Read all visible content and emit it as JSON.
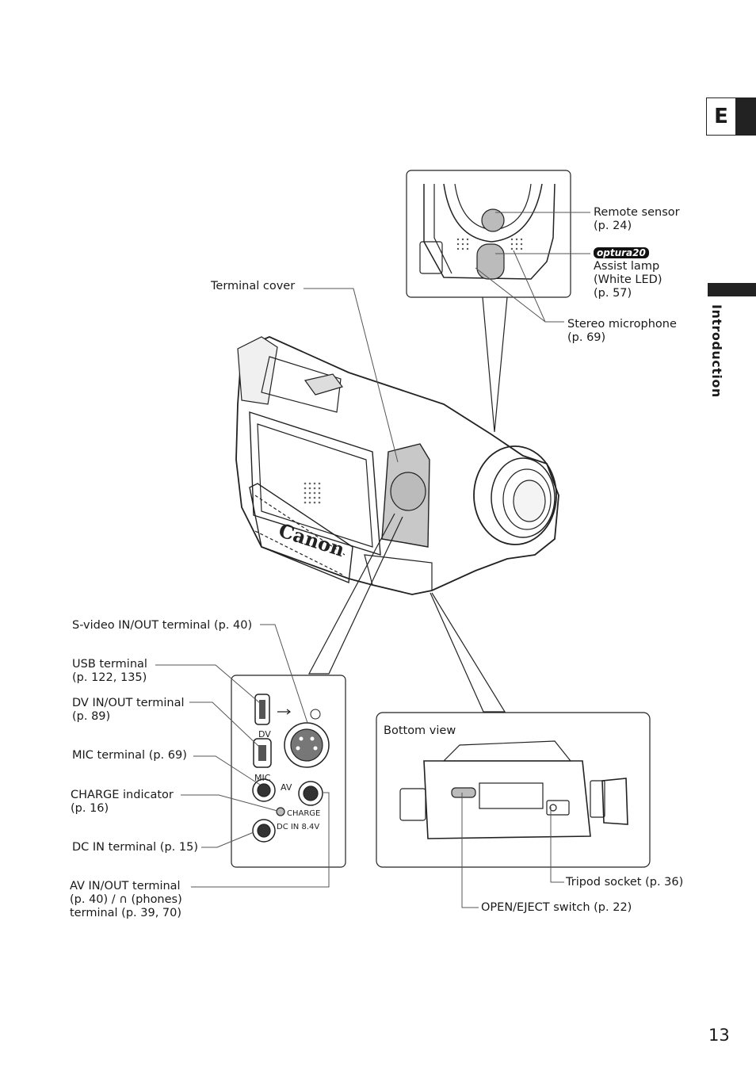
{
  "page": {
    "language_tab": "E",
    "section": "Introduction",
    "page_number": "13"
  },
  "labels": {
    "terminal_cover": "Terminal cover",
    "remote_sensor": [
      "Remote sensor",
      "(p. 24)"
    ],
    "optura_badge": "optura20",
    "assist_lamp": [
      "Assist lamp",
      "(White LED)",
      "(p. 57)"
    ],
    "stereo_mic": [
      "Stereo microphone",
      "(p. 69)"
    ],
    "svideo": "S-video IN/OUT terminal (p. 40)",
    "usb": [
      "USB terminal",
      "(p. 122, 135)"
    ],
    "dv": [
      "DV IN/OUT terminal",
      "(p. 89)"
    ],
    "mic": "MIC terminal (p. 69)",
    "charge": [
      "CHARGE indicator",
      "(p. 16)"
    ],
    "dcin": "DC IN terminal (p. 15)",
    "av": [
      "AV IN/OUT terminal",
      "(p. 40) / ∩ (phones)",
      "terminal (p. 39, 70)"
    ],
    "bottom_view": "Bottom view",
    "tripod": "Tripod socket (p. 36)",
    "open_eject": "OPEN/EJECT switch (p. 22)"
  },
  "panel_marks": {
    "dv": "DV",
    "mic": "MIC",
    "av": "AV",
    "charge": "CHARGE",
    "dcin": "DC IN 8.4V",
    "brand": "Canon"
  }
}
